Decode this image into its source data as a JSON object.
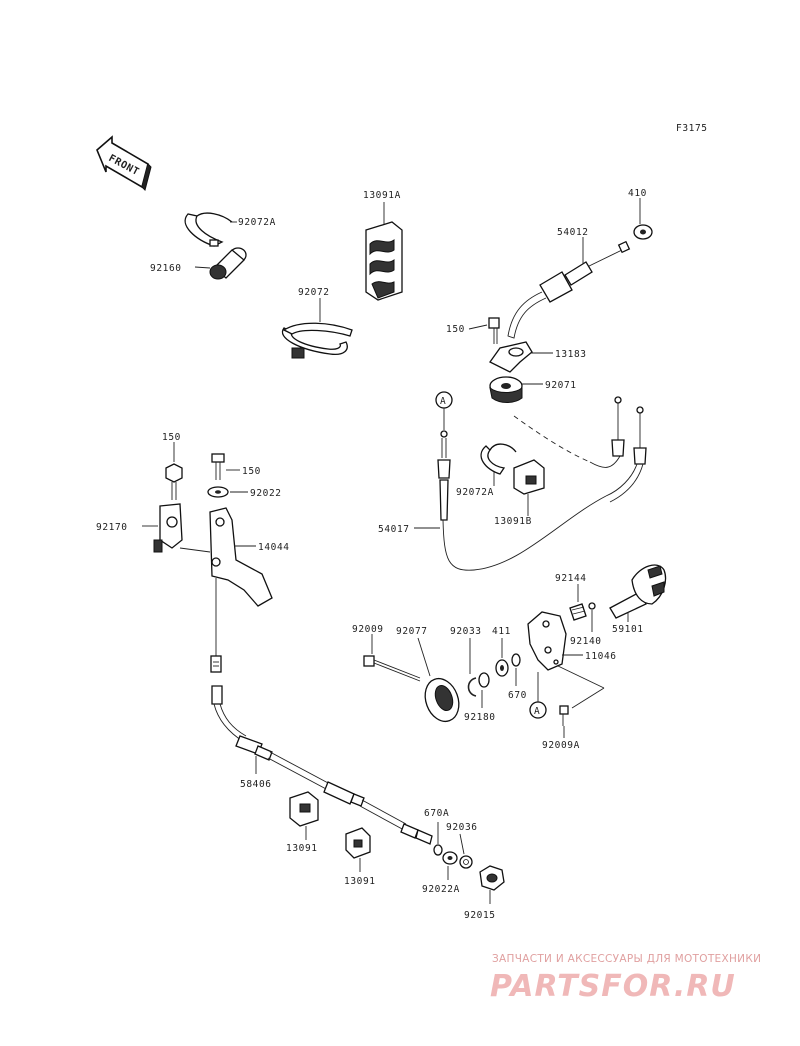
{
  "figure_code": "F3175",
  "front_label": "FRONT",
  "callout_a": "A",
  "parts": {
    "p92072A_top": "92072A",
    "p92160": "92160",
    "p13091A": "13091A",
    "p92072": "92072",
    "p410": "410",
    "p54012": "54012",
    "p150_top": "150",
    "p13183": "13183",
    "p92071": "92071",
    "p150_left": "150",
    "p150_mid": "150",
    "p92022": "92022",
    "p92170": "92170",
    "p14044": "14044",
    "p92072A_mid": "92072A",
    "p13091B": "13091B",
    "p54017": "54017",
    "p92144": "92144",
    "p92140": "92140",
    "p59101": "59101",
    "p92009": "92009",
    "p92077": "92077",
    "p92033": "92033",
    "p411": "411",
    "p11046": "11046",
    "p670": "670",
    "p92180": "92180",
    "p92009A": "92009A",
    "p58406": "58406",
    "p670A": "670A",
    "p92036": "92036",
    "p13091_left": "13091",
    "p13091_right": "13091",
    "p92022A": "92022A",
    "p92015": "92015"
  },
  "watermark": {
    "tagline": "ЗАПЧАСТИ И АКСЕССУАРЫ ДЛЯ МОТОТЕХНИКИ",
    "logo": "PARTSFOR.RU"
  }
}
